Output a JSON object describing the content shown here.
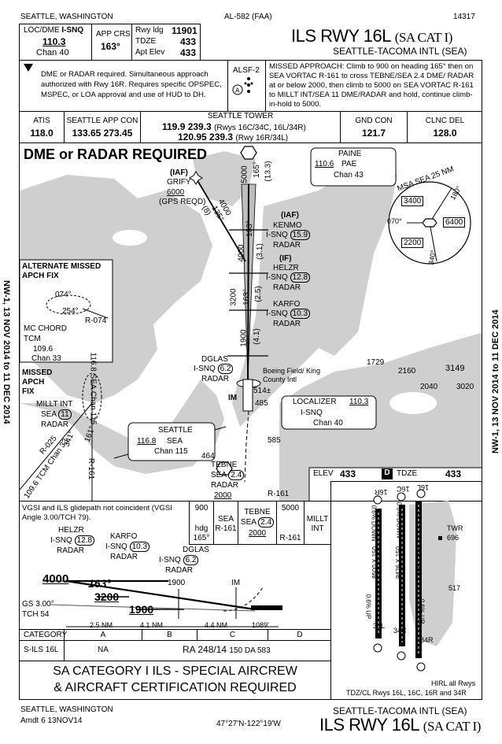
{
  "header": {
    "city_top": "SEATTLE, WASHINGTON",
    "chart_ref": "AL-582 (FAA)",
    "chart_num": "14317",
    "loc_label": "LOC/DME",
    "loc_ident": "I-SNQ",
    "loc_freq": "110.3",
    "loc_chan": "Chan 40",
    "app_crs_label": "APP CRS",
    "app_crs_value": "163°",
    "rwy_ldg_label": "Rwy ldg",
    "rwy_ldg_value": "11901",
    "tdze_label": "TDZE",
    "tdze_value": "433",
    "apt_elev_label": "Apt Elev",
    "apt_elev_value": "433",
    "title_main": "ILS RWY 16L",
    "title_suffix": "(SA CAT I)",
    "airport": "SEATTLE-TACOMA INTL (SEA)"
  },
  "notes": {
    "notes_text": "DME or RADAR required. Simultaneous approach authorized with Rwy 16R. Requires specific OPSPEC, MSPEC, or LOA approval and use of HUD to DH.",
    "alsf": "ALSF-2",
    "missed_approach": "MISSED APPROACH: Climb to 900 on heading 165° then on SEA VORTAC R-161 to cross TEBNE/SEA 2.4 DME/ RADAR at or below 2000, then climb to 5000 on SEA VORTAC R-161 to MILLT INT/SEA 11 DME/RADAR and hold, continue climb-in-hold to 5000."
  },
  "comms": {
    "atis_label": "ATIS",
    "atis_freq": "118.0",
    "app_label": "SEATTLE APP CON",
    "app_freq": "133.65  273.45",
    "tower_label": "SEATTLE TOWER",
    "tower_freq1": "119.9  239.3",
    "tower_note1": "(Rwys 16C/34C, 16L/34R)",
    "tower_freq2": "120.95  239.3",
    "tower_note2": "(Rwy 16R/34L)",
    "gnd_label": "GND CON",
    "gnd_freq": "121.7",
    "clnc_label": "CLNC DEL",
    "clnc_freq": "128.0"
  },
  "plan": {
    "dme_radar": "DME or RADAR REQUIRED",
    "paine_name": "PAINE",
    "paine_freq": "110.6",
    "paine_ident": "PAE",
    "paine_chan": "Chan 43",
    "msa_title": "MSA SEA 25 NM",
    "msa_a": "3400",
    "msa_b": "6400",
    "msa_c": "2200",
    "msa_r1": "180°",
    "msa_r2": "070°",
    "msa_r3": "340°",
    "grify_iaf": "(IAF)",
    "grify_name": "GRIFY",
    "grify_alt": "6000",
    "grify_note": "(GPS REQD)",
    "grify_leg_alt": "4000",
    "grify_leg_crs": "135°",
    "grify_leg_dist": "(8)",
    "kenmo_iaf": "(IAF)",
    "kenmo_name": "KENMO",
    "kenmo_ident": "I-SNQ",
    "kenmo_dme": "15.9",
    "kenmo_radar": "RADAR",
    "helzr_if": "(IF)",
    "helzr_name": "HELZR",
    "helzr_ident": "I-SNQ",
    "helzr_dme": "12.8",
    "helzr_radar": "RADAR",
    "karfo_name": "KARFO",
    "karfo_ident": "I-SNQ",
    "karfo_dme": "10.3",
    "karfo_radar": "RADAR",
    "dglas_name": "DGLAS",
    "dglas_ident": "I-SNQ",
    "dglas_dme": "6.2",
    "dglas_radar": "RADAR",
    "course_5000": "5000",
    "course_165": "165°",
    "course_133": "(13.3)",
    "leg_4000": "4000",
    "leg_163a": "163°",
    "leg_31": "(3.1)",
    "leg_3200": "3200",
    "leg_163b": "163°",
    "leg_25": "(2.5)",
    "leg_1900": "1900",
    "leg_41": "(4.1)",
    "alt_title": "ALTERNATE MISSED APCH FIX",
    "alt_074": "074°",
    "alt_254": "254°",
    "alt_r074": "R-074",
    "mc_chord": "MC CHORD",
    "mc_tcm": "TCM",
    "mc_freq": "109.6",
    "mc_chan": "Chan 33",
    "missed_title1": "MISSED",
    "missed_title2": "APCH",
    "missed_title3": "FIX",
    "millt_name": "MILLT INT",
    "millt_ident": "SEA",
    "millt_dme": "11",
    "millt_radar": "RADAR",
    "sea_chan_label": "116.8 SEA Chan 115",
    "r025": "R-025",
    "r161a": "R-161",
    "r161b": "R-161",
    "deg341": "341°",
    "deg161": "161°",
    "tcm_chan": "109.6 TCM Chan 33",
    "boeing": "Boeing Field/ King County Intl",
    "loc_box_name": "LOCALIZER",
    "loc_box_freq": "110.3",
    "loc_box_ident": "I-SNQ",
    "loc_box_chan": "Chan 40",
    "seattle_name": "SEATTLE",
    "seattle_freq": "116.8",
    "seattle_ident": "SEA",
    "seattle_chan": "Chan 115",
    "tebne_name": "TEBNE",
    "tebne_ident": "SEA",
    "tebne_dme": "2.4",
    "tebne_radar": "RADAR",
    "tebne_alt": "2000",
    "im": "IM",
    "h514": "514±",
    "h485": "485",
    "h585": "585",
    "h464": "464",
    "h1729": "1729",
    "h2160": "2160",
    "h3149": "3149",
    "h2040": "2040",
    "h3020": "3020"
  },
  "profile": {
    "vgsi_note": "VGSI and ILS glidepath not coincident (VGSI Angle 3.00/TCH 79).",
    "helzr_name": "HELZR",
    "helzr_ident": "I-SNQ",
    "helzr_dme": "12.8",
    "helzr_radar": "RADAR",
    "karfo_name": "KARFO",
    "karfo_ident": "I-SNQ",
    "karfo_dme": "10.3",
    "karfo_radar": "RADAR",
    "dglas_name": "DGLAS",
    "dglas_ident": "I-SNQ",
    "dglas_dme": "6.2",
    "dglas_radar": "RADAR",
    "alt_4000": "4000",
    "crs_163": "163°",
    "alt_3200": "3200",
    "alt_1900a": "1900",
    "alt_1900b": "1900",
    "im": "IM",
    "gs": "GS 3.00°",
    "tch": "TCH 54",
    "d1": "2.5 NM",
    "d2": "4.1 NM",
    "d3": "4.4 NM",
    "d4": "1089'",
    "icon_900": "900",
    "icon_hdg": "hdg",
    "icon_165": "165°",
    "icon_sea": "SEA",
    "icon_r161": "R-161",
    "icon_tebne": "TEBNE",
    "icon_tebne_sea": "SEA",
    "icon_tebne_dme": "2.4",
    "icon_2000": "2000",
    "icon_5000": "5000",
    "icon_millt": "MILLT",
    "icon_int": "INT"
  },
  "airport_sketch": {
    "elev_label": "ELEV",
    "elev_value": "433",
    "d_badge": "D",
    "tdze_label": "TDZE",
    "tdze_value": "433",
    "rwy16r": "16R",
    "rwy16c": "16C",
    "rwy16l": "16L",
    "rwy34l": "34L",
    "rwy34c": "34C",
    "rwy34r": "34R",
    "dim1": "8500 X 150",
    "dim2": "9426 X 150",
    "dim3": "11901 X 150",
    "grade1": "0.6% DOWN",
    "grade2": "0.6% DOWN",
    "grade3": "0.6% UP",
    "grade4": "0.6% UP",
    "twr": "TWR",
    "twr_elev": "696",
    "elev517": "517",
    "hirl": "HIRL all Rwys",
    "tdz": "TDZ/CL Rwys 16L, 16C, 16R and 34R"
  },
  "minima": {
    "category_label": "CATEGORY",
    "cat_a": "A",
    "cat_b": "B",
    "cat_c": "C",
    "cat_d": "D",
    "row_label": "S-ILS 16L",
    "na": "NA",
    "ra": "RA 248/14",
    "ra_tail": "150  DA 583"
  },
  "banner": {
    "line1": "SA CATEGORY  I  ILS - SPECIAL AIRCREW",
    "line2": "& AIRCRAFT CERTIFICATION REQUIRED"
  },
  "footer": {
    "city": "SEATTLE, WASHINGTON",
    "amdt": "Amdt 6  13NOV14",
    "coords": "47°27'N-122°19'W",
    "airport": "SEATTLE-TACOMA INTL (SEA)",
    "title_main": "ILS RWY 16L",
    "title_suffix": "(SA CAT I)"
  },
  "margins": {
    "left": "NW-1, 13 NOV 2014 to 11 DEC 2014",
    "right": "NW-1, 13 NOV 2014 to 11 DEC 2014"
  }
}
